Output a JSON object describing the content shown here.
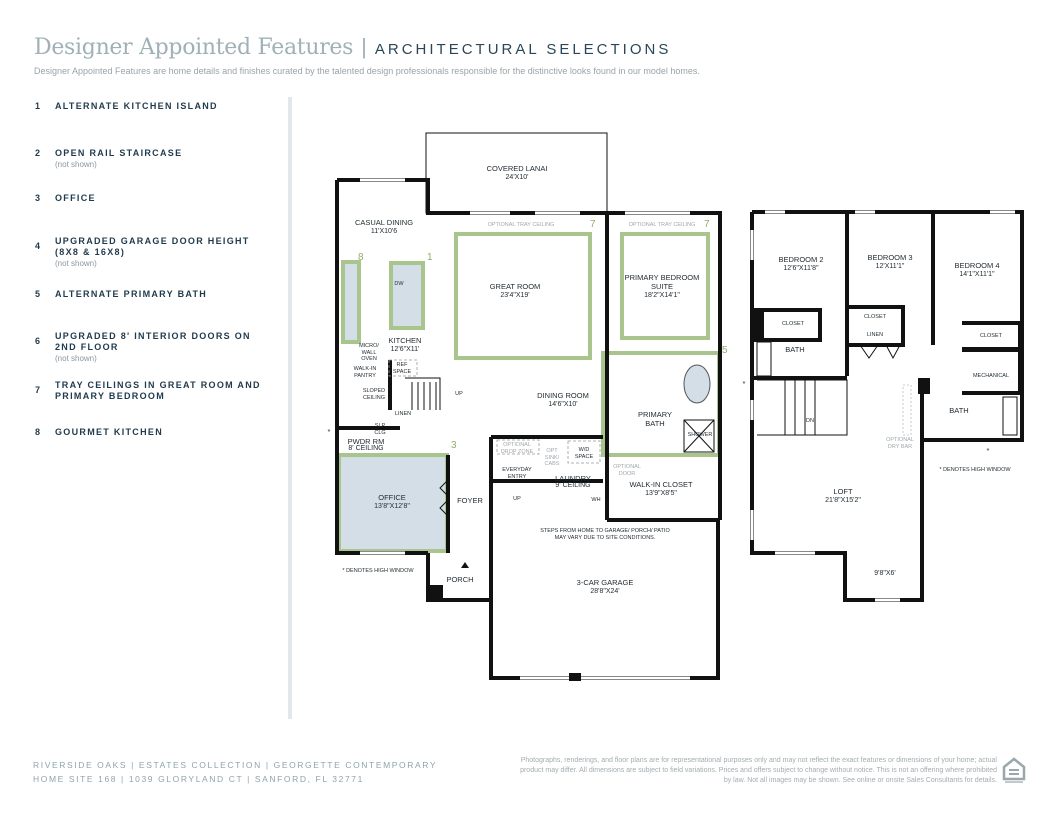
{
  "header": {
    "title": "Designer Appointed Features",
    "separator": "|",
    "subtitle": "ARCHITECTURAL SELECTIONS",
    "description": "Designer Appointed Features are home details and finishes curated by the talented design professionals responsible for the distinctive looks found in our model homes."
  },
  "features": [
    {
      "num": "1",
      "label": "Alternate Kitchen Island",
      "note": ""
    },
    {
      "num": "2",
      "label": "Open Rail Staircase",
      "note": "(not shown)"
    },
    {
      "num": "3",
      "label": "Office",
      "note": ""
    },
    {
      "num": "4",
      "label": "Upgraded Garage Door Height (8x8 & 16x8)",
      "note": "(not shown)"
    },
    {
      "num": "5",
      "label": "Alternate Primary Bath",
      "note": ""
    },
    {
      "num": "6",
      "label": "Upgraded 8' Interior Doors on 2ND Floor",
      "note": "(not shown)"
    },
    {
      "num": "7",
      "label": "Tray Ceilings in Great Room and Primary Bedroom",
      "note": ""
    },
    {
      "num": "8",
      "label": "Gourmet Kitchen",
      "note": ""
    }
  ],
  "first_floor": {
    "lanai": {
      "name": "Covered Lanai",
      "dims": "24'X10'"
    },
    "casual": {
      "name": "Casual Dining",
      "dims": "11'X10'6"
    },
    "great": {
      "name": "Great Room",
      "dims": "23'4\"X19'"
    },
    "primary": {
      "name": "Primary Bedroom Suite",
      "dims": "18'2\"X14'1\""
    },
    "kitchen": {
      "name": "Kitchen",
      "dims": "12'6\"X11'"
    },
    "dining": {
      "name": "Dining Room",
      "dims": "14'6\"X10'"
    },
    "pbath": "Primary Bath",
    "shower": "Shower",
    "office": {
      "name": "Office",
      "dims": "13'8\"X12'8\""
    },
    "foyer": "Foyer",
    "laundry": {
      "name": "Laundry",
      "dims": "9' Ceiling"
    },
    "wic": {
      "name": "Walk-in Closet",
      "dims": "13'9\"X8'5\""
    },
    "garage": {
      "name": "3-Car Garage",
      "dims": "28'8\"X24'"
    },
    "porch": "Porch",
    "pwdr": {
      "name": "PWDR RM",
      "dims": "8' Ceiling"
    },
    "micro": "Micro/ Wall Oven",
    "pantry": "Walk-in Pantry",
    "ref": "Ref Space",
    "sloped": "Sloped Ceiling",
    "linen": "Linen",
    "slp": "SLP CLG",
    "up": "Up",
    "up2": "Up",
    "dw": "DW",
    "wd": "W/D Space",
    "wh": "WH",
    "sink": "Opt Sink/ Cabs",
    "drop": "Optional Drop Zone",
    "entry": "Everyday Entry",
    "optdoor": "Optional Door",
    "tray1": "Optional Tray Ceiling",
    "tray2": "Optional Tray Ceiling",
    "steps": "Steps from home to garage/ porch/ patio may vary due to site conditions.",
    "high": "Denotes High Window",
    "star": "*"
  },
  "second_floor": {
    "bed2": {
      "name": "Bedroom 2",
      "dims": "12'6\"X11'8\""
    },
    "bed3": {
      "name": "Bedroom 3",
      "dims": "12'X11'1\""
    },
    "bed4": {
      "name": "Bedroom 4",
      "dims": "14'1\"X11'1\""
    },
    "closet": "Closet",
    "linen": "Linen",
    "bath": "Bath",
    "mech": "Mechanical",
    "dn": "DN",
    "drybar": "Optional Dry Bar",
    "loft": {
      "name": "Loft",
      "dims": "21'8\"X15'2\""
    },
    "nook": "9'8\"X6'",
    "high": "Denotes High Window",
    "star": "*"
  },
  "footer": {
    "line1": "RIVERSIDE OAKS | ESTATES COLLECTION | GEORGETTE CONTEMPORARY",
    "line2": "HOME SITE 168 | 1039 GLORYLAND CT | SANFORD, FL 32771",
    "disclaimer": "Photographs, renderings, and floor plans are for representational purposes only and may not reflect the exact features or dimensions of your home; actual product may differ. All dimensions are subject to field variations. Prices and offers subject to change without notice. This is not an offering where prohibited by law. Not all images may be shown. See online or onsite Sales Consultants for details."
  }
}
